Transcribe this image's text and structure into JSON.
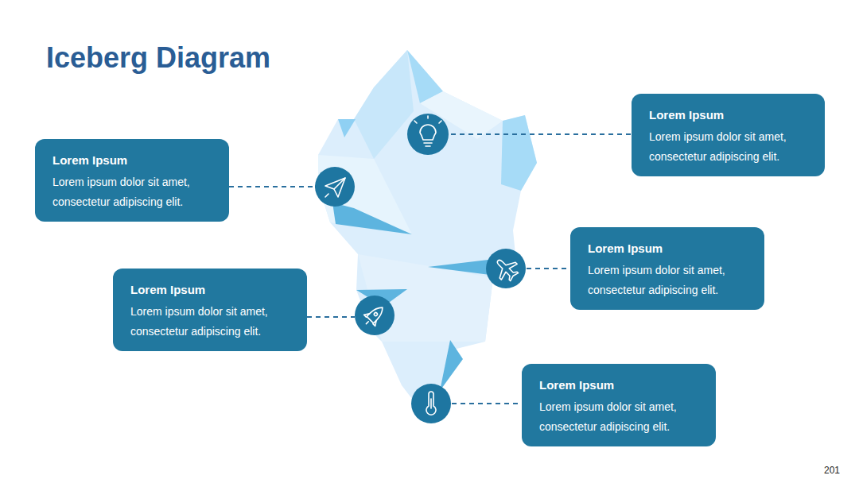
{
  "diagram": {
    "title": "Iceberg Diagram",
    "nodes": [
      {
        "text": [
          "Lorem Ipsum",
          "Lorem ipsum dolor sit amet, consectetur adipiscing elit."
        ]
      },
      {
        "text": [
          "Lorem Ipsum",
          "Lorem ipsum dolor sit amet, consectetur adipiscing elit."
        ]
      },
      {
        "text": [
          "Lorem Ipsum",
          "Lorem ipsum dolor sit amet, consectetur adipiscing elit."
        ]
      },
      {
        "text": [
          "Lorem Ipsum",
          "Lorem ipsum dolor sit amet, consectetur adipiscing elit."
        ]
      },
      {
        "text": [
          "Lorem Ipsum",
          "Lorem ipsum dolor sit amet, consectetur adipiscing elit."
        ]
      }
    ],
    "labels": [
      "201"
    ]
  }
}
